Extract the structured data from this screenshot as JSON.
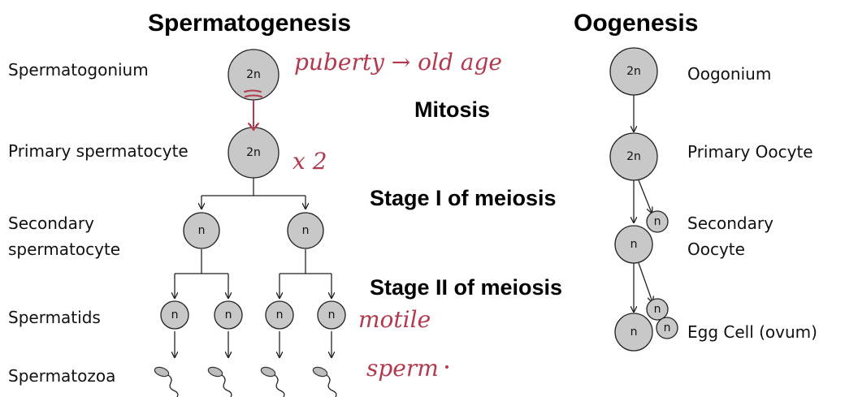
{
  "headings": {
    "spermatogenesis": "Spermatogenesis",
    "oogenesis": "Oogenesis"
  },
  "stages": {
    "mitosis": "Mitosis",
    "meiosis1": "Stage I of meiosis",
    "meiosis2": "Stage II of meiosis"
  },
  "sperm_labels": {
    "spermatogonium": "Spermatogonium",
    "primary": "Primary spermatocyte",
    "secondary_line1": "Secondary",
    "secondary_line2": "spermatocyte",
    "spermatids": "Spermatids",
    "spermatozoa": "Spermatozoa"
  },
  "oo_labels": {
    "oogonium": "Oogonium",
    "primary": "Primary Oocyte",
    "secondary_line1": "Secondary",
    "secondary_line2": "Oocyte",
    "egg": "Egg Cell (ovum)"
  },
  "ploidy": {
    "diploid": "2n",
    "haploid": "n"
  },
  "handwritten": {
    "puberty": "puberty → old age",
    "times_two": "x 2",
    "motile": "motile",
    "sperm": "sperm"
  },
  "colors": {
    "cell_fill": "#c8c8c8",
    "ink": "#b23a4e"
  }
}
